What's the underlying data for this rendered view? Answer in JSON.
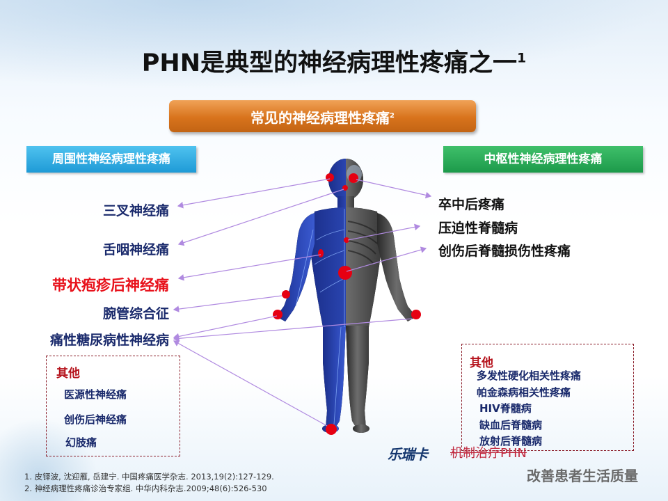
{
  "title": {
    "text": "PHN是典型的神经病理性疼痛之一",
    "sup": "1"
  },
  "common_header": {
    "text": "常见的神经病理性疼痛",
    "sup": "2"
  },
  "peripheral": {
    "header": "周围性神经病理性疼痛",
    "items": [
      "三叉神经痛",
      "舌咽神经痛",
      "带状疱疹后神经痛",
      "腕管综合征",
      "痛性糖尿病性神经病"
    ],
    "highlight_color": "#e8111b",
    "other_title": "其他",
    "other_items": [
      "医源性神经痛",
      "创伤后神经痛",
      "幻肢痛"
    ]
  },
  "central": {
    "header": "中枢性神经病理性疼痛",
    "items": [
      "卒中后疼痛",
      "压迫性脊髓病",
      "创伤后脊髓损伤性疼痛"
    ],
    "other_title": "其他",
    "other_items": [
      "多发性硬化相关性疼痛",
      "帕金森病相关性疼痛",
      "HIV脊髓病",
      "缺血后脊髓病",
      "放射后脊髓病"
    ]
  },
  "references": [
    "1. 皮铎波, 沈迎雁, 岳建宁. 中国疼痛医学杂志. 2013,19(2):127-129.",
    "2. 神经病理性疼痛诊治专家组. 中华内科杂志.2009;48(6):526-530"
  ],
  "logo": {
    "brand": "乐瑞卡",
    "tagline": "机制治疗PHN",
    "slogan": "改善患者生活质量"
  },
  "colors": {
    "common_box": "#d8731c",
    "peripheral_header": "#1e9ad6",
    "central_header": "#1c9a4a",
    "pain_dot": "#e60012",
    "arrow": "#b08ae0"
  }
}
